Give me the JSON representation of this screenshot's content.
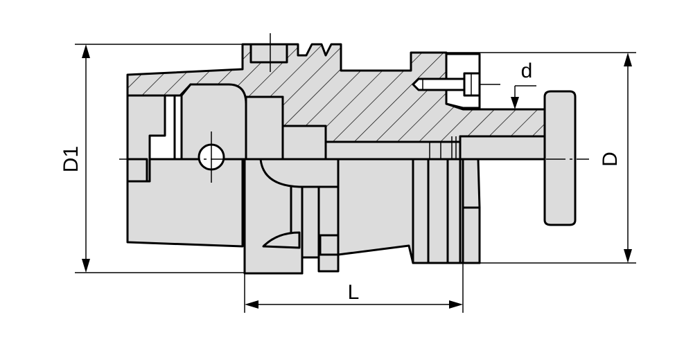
{
  "dimensions": {
    "flange_diameter": "D1",
    "body_diameter": "D",
    "screw_size": "d",
    "length": "L"
  },
  "colors": {
    "fill": "#dcdcdc",
    "line": "#000000",
    "background": "#ffffff"
  }
}
